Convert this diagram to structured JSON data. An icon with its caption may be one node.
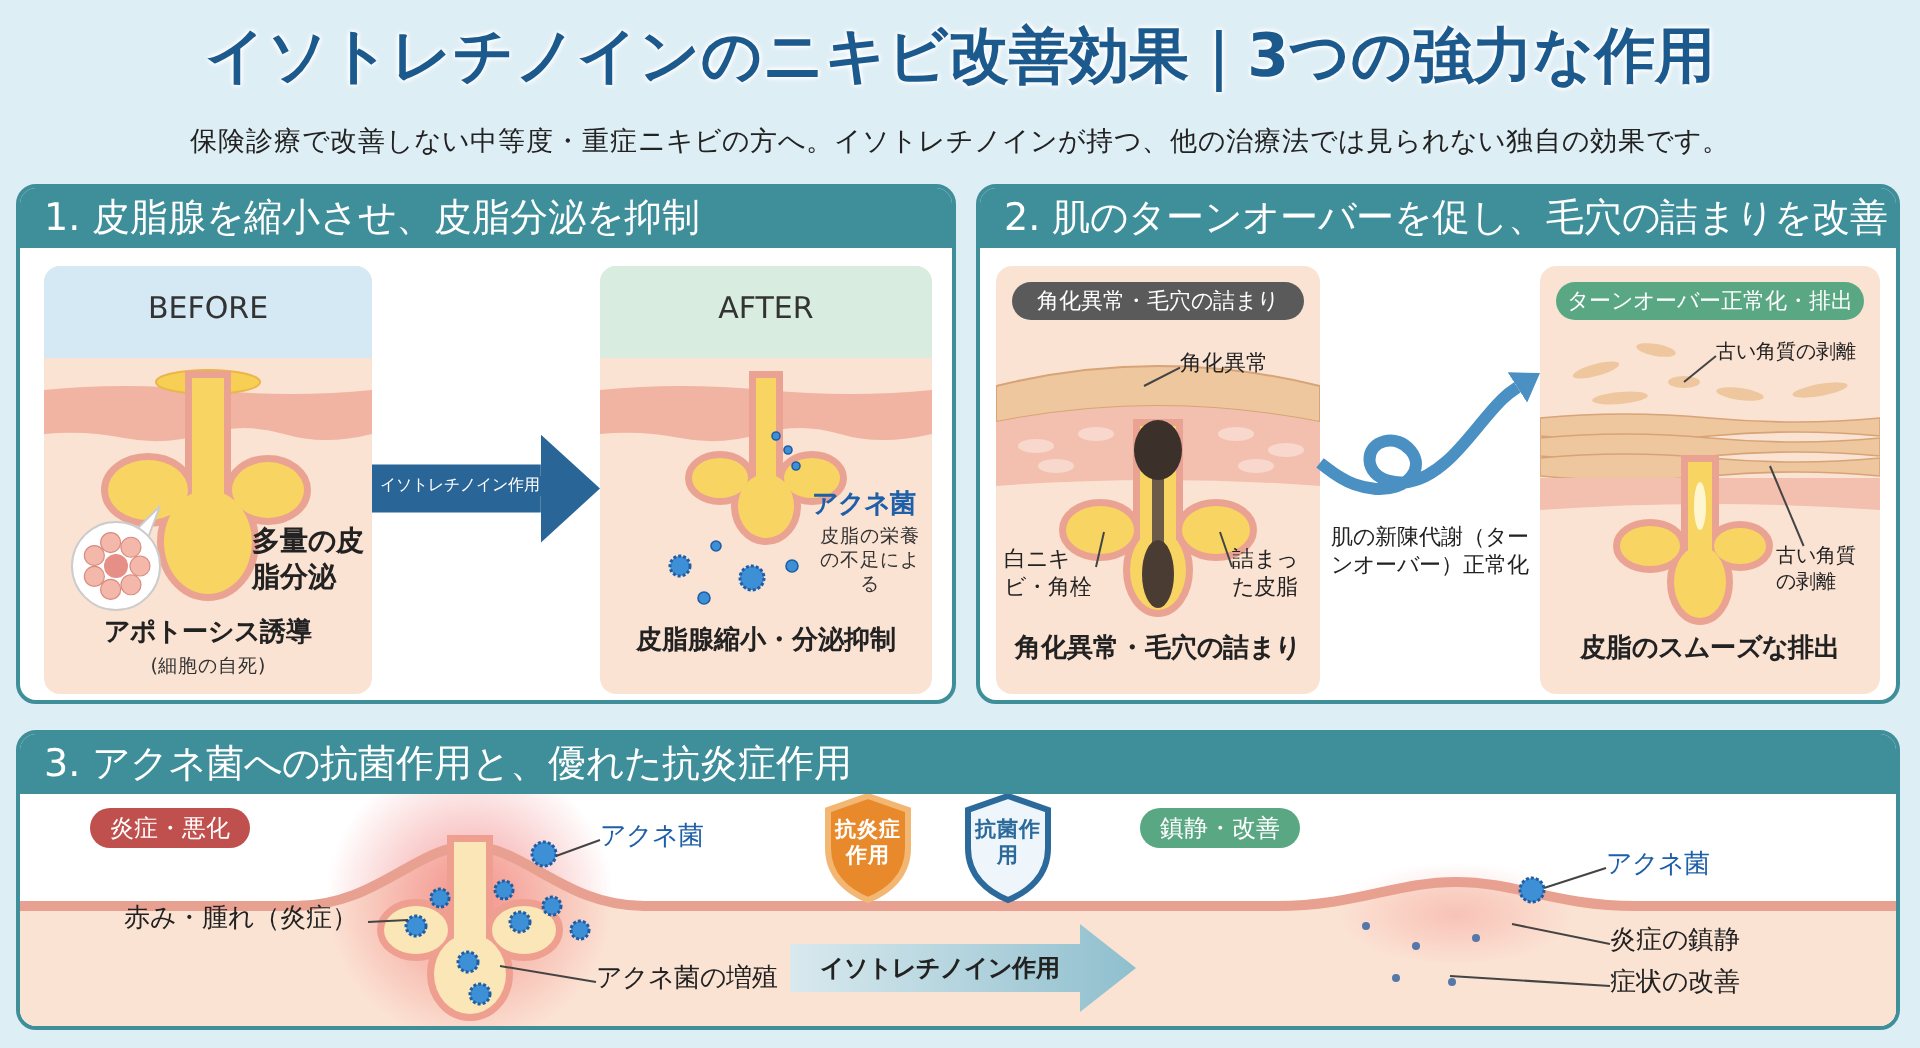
{
  "diagram": {
    "title": "イソトレチノインのニキビ改善効果｜3つの強力な作用",
    "nodes": [
      {
        "text": [
          "1. 皮脂腺を縮小させ、皮脂分泌を抑制"
        ]
      },
      {
        "text": [
          "BEFORE",
          "多量の皮脂分泌",
          "アポトーシス誘導",
          "(細胞の自死)"
        ],
        "in": 0
      },
      {
        "text": [
          "AFTER",
          "アクネ菌",
          "皮脂の栄養の不足による",
          "皮脂腺縮小・分泌抑制"
        ],
        "in": 0
      },
      {
        "text": [
          "2. 肌のターンオーバーを促し、毛穴の詰まりを改善"
        ]
      },
      {
        "text": [
          "角化異常・毛穴の詰まり",
          "角化異常・毛穴の詰まり"
        ],
        "in": 3
      },
      {
        "text": [
          "角化異常"
        ],
        "in": 4
      },
      {
        "text": [
          "白ニキビ・角栓"
        ],
        "in": 4
      },
      {
        "text": [
          "詰まった皮脂"
        ],
        "in": 4
      },
      {
        "text": [
          "ターンオーバー正常化・排出",
          "皮脂のスムーズな排出"
        ],
        "in": 3
      },
      {
        "text": [
          "古い角質の剥離"
        ],
        "in": 8
      },
      {
        "text": [
          "古い角質の剥離"
        ],
        "in": 8
      },
      {
        "text": [
          "3. アクネ菌への抗菌作用と、優れた抗炎症作用"
        ]
      },
      {
        "text": [
          "炎症・悪化"
        ],
        "in": 11
      },
      {
        "text": [
          "アクネ菌"
        ],
        "in": 11
      },
      {
        "text": [
          "赤み・腫れ（炎症）"
        ],
        "in": 11
      },
      {
        "text": [
          "アクネ菌の増殖"
        ],
        "in": 11
      },
      {
        "text": [
          "抗炎症作用"
        ],
        "in": 11
      },
      {
        "text": [
          "抗菌作用"
        ],
        "in": 11
      },
      {
        "text": [
          "鎮静・改善"
        ],
        "in": 11
      },
      {
        "text": [
          "アクネ菌"
        ],
        "in": 11
      },
      {
        "text": [
          "炎症の鎮静"
        ],
        "in": 11
      },
      {
        "text": [
          "症状の改善"
        ],
        "in": 11
      }
    ],
    "edges": [
      {
        "from": 1,
        "to": 2,
        "arrow": "to",
        "label": "イソトレチノイン作用",
        "style": "thick",
        "color": "#2a6597"
      },
      {
        "from": 5,
        "to": null,
        "arrow": "none"
      },
      {
        "from": 6,
        "to": null,
        "arrow": "none"
      },
      {
        "from": 7,
        "to": null,
        "arrow": "none"
      },
      {
        "from": 4,
        "to": 8,
        "arrow": "to",
        "label": "肌の新陳代謝（ターンオーバー）正常化",
        "style": "thick",
        "color": "#4a90c2"
      },
      {
        "from": 9,
        "to": null,
        "arrow": "none"
      },
      {
        "from": 10,
        "to": null,
        "arrow": "none"
      },
      {
        "from": 13,
        "to": null,
        "arrow": "none"
      },
      {
        "from": 14,
        "to": null,
        "arrow": "none"
      },
      {
        "from": 15,
        "to": null,
        "arrow": "none"
      },
      {
        "from": 19,
        "to": null,
        "arrow": "none"
      },
      {
        "from": 20,
        "to": null,
        "arrow": "none"
      },
      {
        "from": 21,
        "to": null,
        "arrow": "none"
      }
    ],
    "labels": [
      "保険診療で改善しない中等度・重症ニキビの方へ。イソトレチノインが持つ、他の治療法では見られない独自の効果です。",
      "イソトレチノイン作用"
    ]
  }
}
